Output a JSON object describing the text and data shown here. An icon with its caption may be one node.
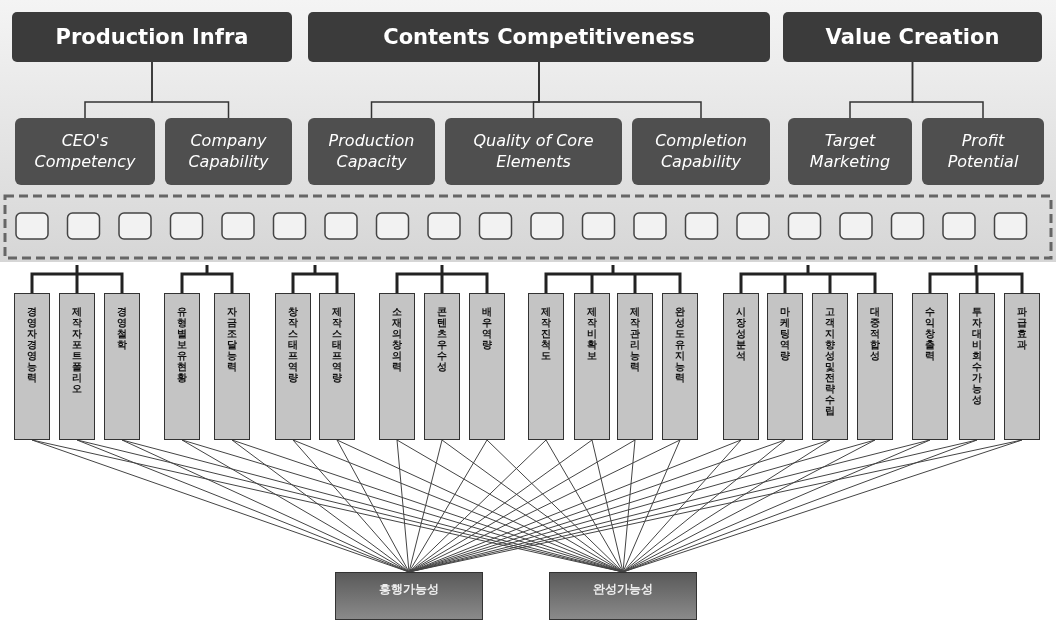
{
  "diagram": {
    "nodes": [
      {
        "text": [
          "Production Infra"
        ]
      },
      {
        "text": [
          "Contents Competitiveness"
        ]
      },
      {
        "text": [
          "Value Creation"
        ]
      },
      {
        "text": [
          "CEO's Competency"
        ]
      },
      {
        "text": [
          "Company Capability"
        ]
      },
      {
        "text": [
          "Production Capacity"
        ]
      },
      {
        "text": [
          "Quality of Core Elements"
        ]
      },
      {
        "text": [
          "Completion Capability"
        ]
      },
      {
        "text": [
          "Target Marketing"
        ]
      },
      {
        "text": [
          "Profit Potential"
        ]
      },
      {
        "text": [
          "경영자 경영능력"
        ]
      },
      {
        "text": [
          "제작자 포트폴리오"
        ]
      },
      {
        "text": [
          "경영철학"
        ]
      },
      {
        "text": [
          "유형별 보유현황"
        ]
      },
      {
        "text": [
          "자금조달능력"
        ]
      },
      {
        "text": [
          "창작 스태프 역량"
        ]
      },
      {
        "text": [
          "제작 스태프 역량"
        ]
      },
      {
        "text": [
          "소재의 창의력"
        ]
      },
      {
        "text": [
          "콘텐츠 우수성"
        ]
      },
      {
        "text": [
          "배우역량"
        ]
      },
      {
        "text": [
          "제작 진척도"
        ]
      },
      {
        "text": [
          "제작비 확보"
        ]
      },
      {
        "text": [
          "제작관리 능력"
        ]
      },
      {
        "text": [
          "완성도 유지 능력"
        ]
      },
      {
        "text": [
          "시장성분석"
        ]
      },
      {
        "text": [
          "마케팅역량"
        ]
      },
      {
        "text": [
          "고객 지향성 및 전략수립"
        ]
      },
      {
        "text": [
          "대중적합성"
        ]
      },
      {
        "text": [
          "수익창출력"
        ]
      },
      {
        "text": [
          "투자대비 회수가능성"
        ]
      },
      {
        "text": [
          "파급효과"
        ]
      },
      {
        "text": [
          "흥행가능성"
        ]
      },
      {
        "text": [
          "완성가능성"
        ]
      }
    ],
    "edges": [
      {
        "from": 0,
        "to": 3,
        "arrow": "none"
      },
      {
        "from": 0,
        "to": 4,
        "arrow": "none"
      },
      {
        "from": 1,
        "to": 5,
        "arrow": "none"
      },
      {
        "from": 1,
        "to": 6,
        "arrow": "none"
      },
      {
        "from": 1,
        "to": 7,
        "arrow": "none"
      },
      {
        "from": 2,
        "to": 8,
        "arrow": "none"
      },
      {
        "from": 2,
        "to": 9,
        "arrow": "none"
      },
      {
        "from": 10,
        "to": 31,
        "arrow": "none"
      },
      {
        "from": 10,
        "to": 32,
        "arrow": "none"
      },
      {
        "from": 11,
        "to": 31,
        "arrow": "none"
      },
      {
        "from": 11,
        "to": 32,
        "arrow": "none"
      },
      {
        "from": 12,
        "to": 31,
        "arrow": "none"
      },
      {
        "from": 12,
        "to": 32,
        "arrow": "none"
      },
      {
        "from": 13,
        "to": 31,
        "arrow": "none"
      },
      {
        "from": 13,
        "to": 32,
        "arrow": "none"
      },
      {
        "from": 14,
        "to": 31,
        "arrow": "none"
      },
      {
        "from": 14,
        "to": 32,
        "arrow": "none"
      },
      {
        "from": 15,
        "to": 31,
        "arrow": "none"
      },
      {
        "from": 15,
        "to": 32,
        "arrow": "none"
      },
      {
        "from": 16,
        "to": 31,
        "arrow": "none"
      },
      {
        "from": 16,
        "to": 32,
        "arrow": "none"
      },
      {
        "from": 17,
        "to": 31,
        "arrow": "none"
      },
      {
        "from": 17,
        "to": 32,
        "arrow": "none"
      },
      {
        "from": 18,
        "to": 31,
        "arrow": "none"
      },
      {
        "from": 18,
        "to": 32,
        "arrow": "none"
      },
      {
        "from": 19,
        "to": 31,
        "arrow": "none"
      },
      {
        "from": 19,
        "to": 32,
        "arrow": "none"
      },
      {
        "from": 20,
        "to": 31,
        "arrow": "none"
      },
      {
        "from": 20,
        "to": 32,
        "arrow": "none"
      },
      {
        "from": 21,
        "to": 31,
        "arrow": "none"
      },
      {
        "from": 21,
        "to": 32,
        "arrow": "none"
      },
      {
        "from": 22,
        "to": 31,
        "arrow": "none"
      },
      {
        "from": 22,
        "to": 32,
        "arrow": "none"
      },
      {
        "from": 23,
        "to": 31,
        "arrow": "none"
      },
      {
        "from": 23,
        "to": 32,
        "arrow": "none"
      },
      {
        "from": 24,
        "to": 31,
        "arrow": "none"
      },
      {
        "from": 24,
        "to": 32,
        "arrow": "none"
      },
      {
        "from": 25,
        "to": 31,
        "arrow": "none"
      },
      {
        "from": 25,
        "to": 32,
        "arrow": "none"
      },
      {
        "from": 26,
        "to": 31,
        "arrow": "none"
      },
      {
        "from": 26,
        "to": 32,
        "arrow": "none"
      },
      {
        "from": 27,
        "to": 31,
        "arrow": "none"
      },
      {
        "from": 27,
        "to": 32,
        "arrow": "none"
      },
      {
        "from": 28,
        "to": 31,
        "arrow": "none"
      },
      {
        "from": 28,
        "to": 32,
        "arrow": "none"
      },
      {
        "from": 29,
        "to": 31,
        "arrow": "none"
      },
      {
        "from": 29,
        "to": 32,
        "arrow": "none"
      },
      {
        "from": 30,
        "to": 31,
        "arrow": "none"
      },
      {
        "from": 30,
        "to": 32,
        "arrow": "none"
      }
    ]
  }
}
